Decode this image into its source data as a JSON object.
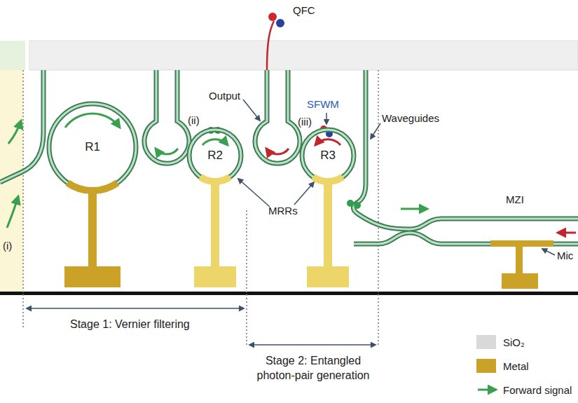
{
  "diagram": {
    "nodes": [
      {
        "text": [
          "R1"
        ]
      },
      {
        "text": [
          "R2"
        ]
      },
      {
        "text": [
          "R3"
        ]
      }
    ],
    "labels": [
      "QFC",
      "Output",
      "SFWM",
      "(i)",
      "(ii)",
      "(iii)",
      "Waveguides",
      "MRRs",
      "MZI",
      "Mic",
      "Stage 1: Vernier filtering",
      "Stage 2: Entangled photon-pair generation"
    ],
    "legend": [
      {
        "text": "SiO₂",
        "color": "#d9d9d9"
      },
      {
        "text": "Metal",
        "color": "#c9a227"
      },
      {
        "text": "Forward signal"
      }
    ]
  }
}
